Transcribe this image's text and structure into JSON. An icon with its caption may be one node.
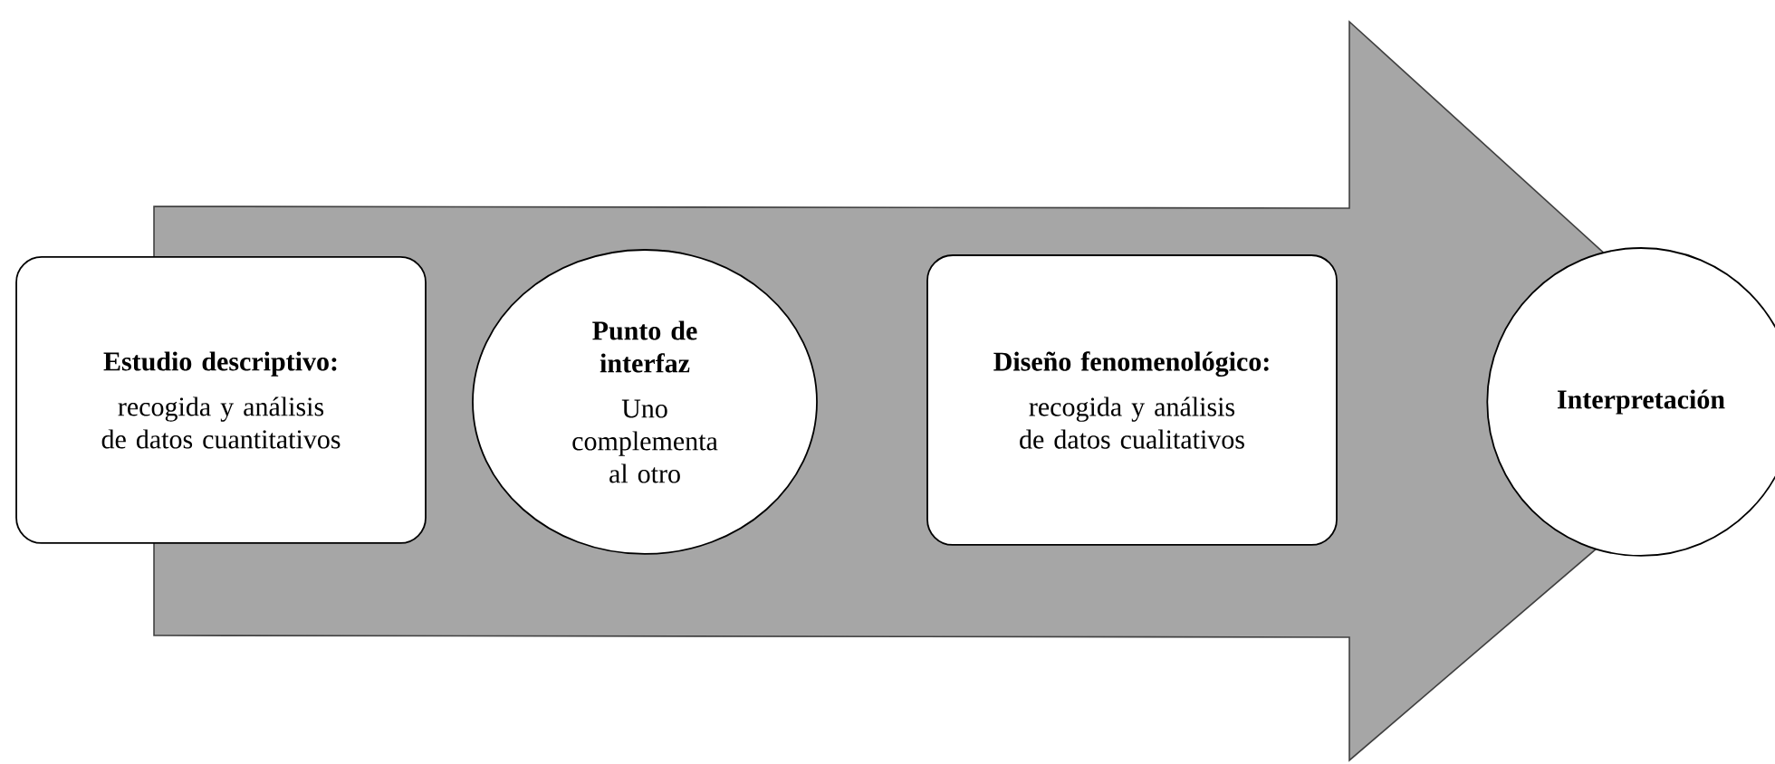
{
  "diagram": {
    "nodes": [
      {
        "text": [
          "Estudio descriptivo:",
          "recogida y análisis de datos cuantitativos"
        ]
      },
      {
        "text": [
          "Punto de interfaz",
          "Uno complementa al otro"
        ]
      },
      {
        "text": [
          "Diseño fenomenológico:",
          "recogida y análisis de datos cualitativos"
        ]
      },
      {
        "text": [
          "Interpretación"
        ]
      }
    ],
    "edges": [
      {
        "from": 0,
        "to": 3,
        "arrow": "to"
      }
    ]
  }
}
